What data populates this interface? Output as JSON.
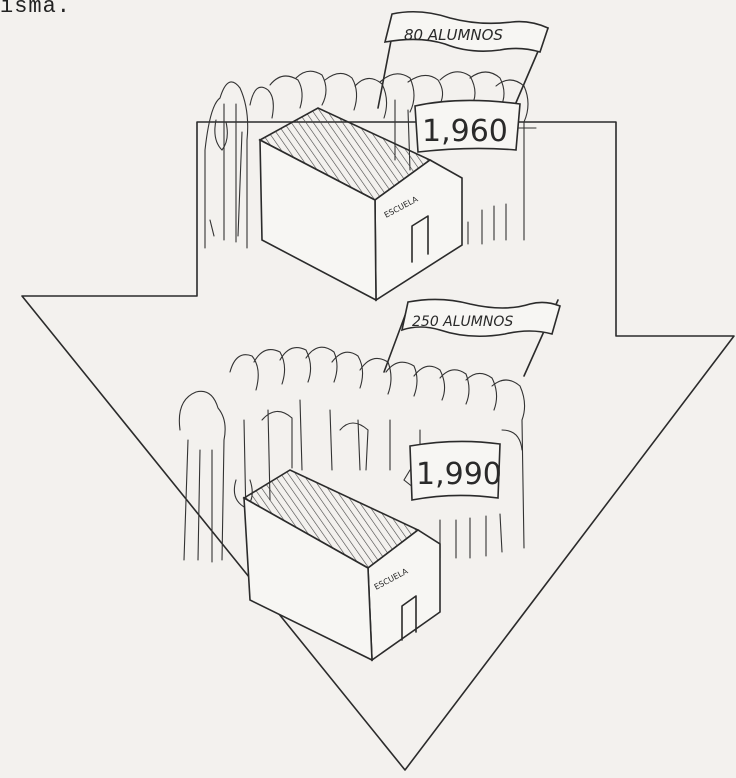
{
  "page": {
    "caption_fragment": "isma."
  },
  "scene_1960": {
    "banner_text": "80 ALUMNOS",
    "year_text": "1,960",
    "school_sign": "ESCUELA"
  },
  "scene_1990": {
    "banner_text": "250 ALUMNOS",
    "year_text": "1,990",
    "school_sign": "ESCUELA"
  }
}
